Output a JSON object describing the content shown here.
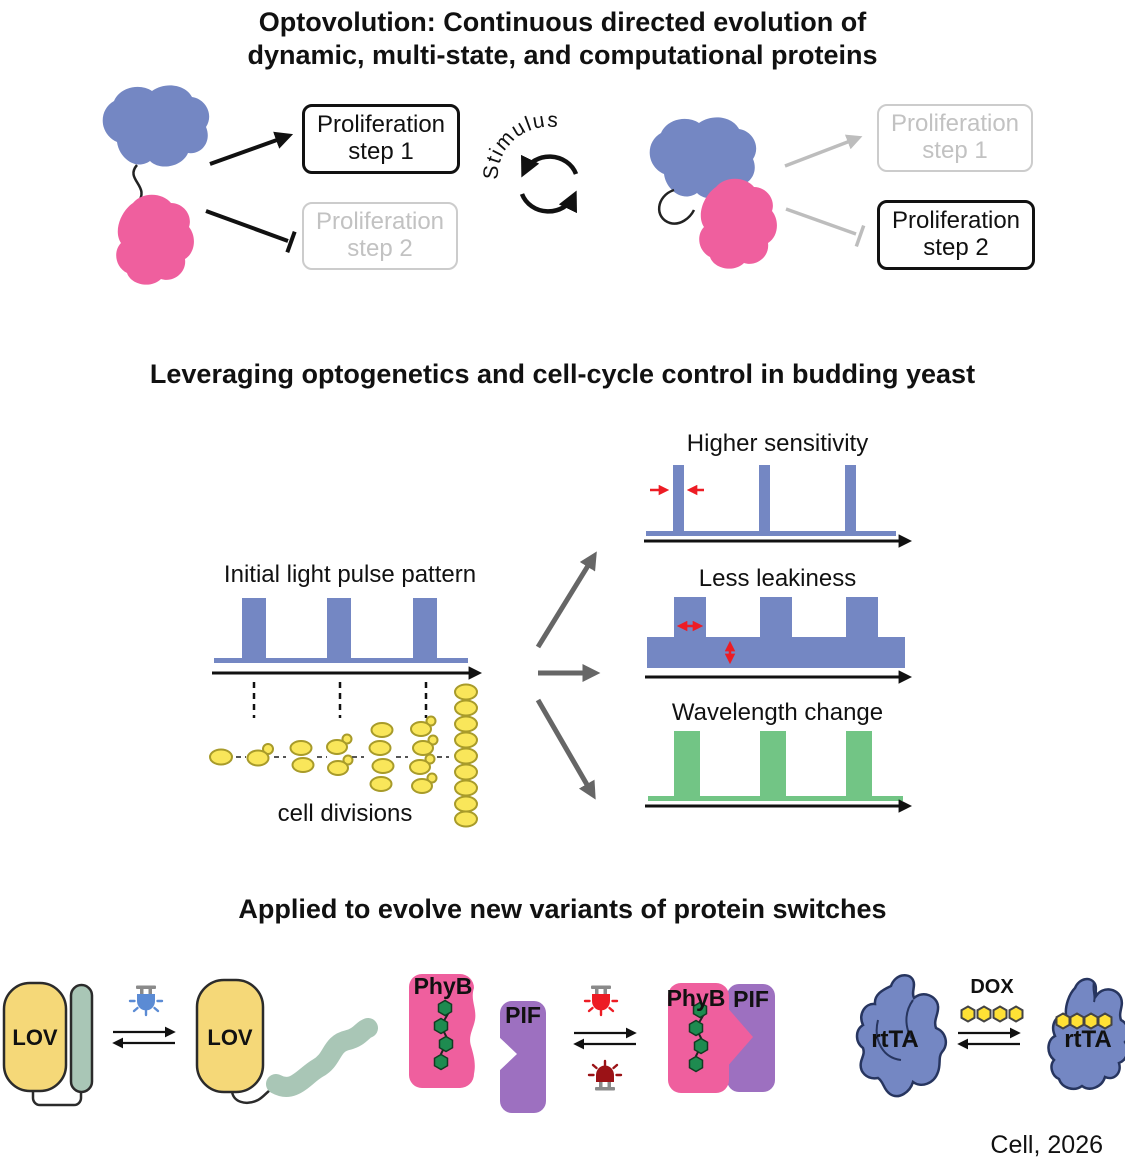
{
  "header": {
    "title": "Optovolution: Continuous directed evolution of\ndynamic, multi-state, and computational proteins"
  },
  "top_section": {
    "stimulus_label": "Stimulus",
    "step1_label": "Proliferation\nstep 1",
    "step2_label": "Proliferation\nstep 2",
    "unbound_state": {
      "step1_active": true,
      "step2_active": false
    },
    "bound_state": {
      "step1_active": false,
      "step2_active": true
    }
  },
  "middle_section": {
    "title": "Leveraging optogenetics and cell-cycle control in budding yeast",
    "initial_chart": {
      "label": "Initial light pulse pattern",
      "pulse_count": 3,
      "color": "#7487c3"
    },
    "cell_divisions_label": "cell divisions",
    "outcomes": [
      {
        "label": "Higher sensitivity",
        "pulse_count": 3,
        "color": "#7487c3"
      },
      {
        "label": "Less leakiness",
        "pulse_count": 3,
        "color": "#7487c3"
      },
      {
        "label": "Wavelength change",
        "pulse_count": 3,
        "color": "#72c585"
      }
    ]
  },
  "bottom_section": {
    "title": "Applied to evolve new variants of protein switches",
    "lov_switch": {
      "label": "LOV"
    },
    "phyb_pif_switch": {
      "phyb_label": "PhyB",
      "pif_label": "PIF"
    },
    "rtta_switch": {
      "label": "rtTA",
      "ligand_label": "DOX"
    }
  },
  "footer": {
    "citation": "Cell, 2026"
  },
  "colors": {
    "protein_blue": "#7487c3",
    "protein_pink": "#ef5f9e",
    "pulse_blue": "#7487c3",
    "pulse_green": "#72c585",
    "yeast_yellow": "#f9e65a",
    "lov_yellow": "#f5d878",
    "helix_sage": "#a9c6b6",
    "pif_purple": "#9d70c0",
    "hex_green": "#1e8b50",
    "dox_yellow": "#ffe135",
    "red_accent": "#ed1c24",
    "inactive_gray": "#c2c2c2"
  }
}
